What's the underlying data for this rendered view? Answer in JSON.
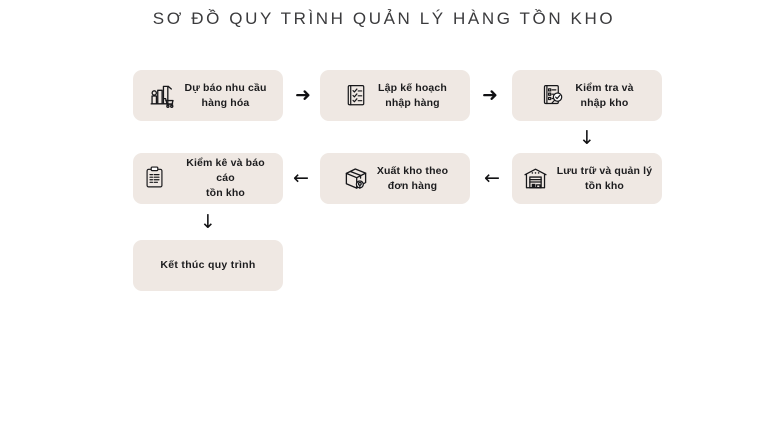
{
  "page": {
    "title": "SƠ ĐỒ QUY TRÌNH QUẢN LÝ HÀNG TỒN KHO",
    "background_color": "#ffffff",
    "node_fill_color": "#EFE8E3",
    "text_color": "#1c1c1e",
    "title_color": "#3b3b3d",
    "arrow_color": "#111113"
  },
  "diagram": {
    "type": "flowchart",
    "nodes": [
      {
        "id": "n1",
        "label": "Dự báo nhu cầu\nhàng hóa",
        "icon": "bar-chart-shopping-cart-icon",
        "row": 1,
        "column": 1
      },
      {
        "id": "n2",
        "label": "Lập kế hoạch\nnhập hàng",
        "icon": "checklist-clipboard-icon",
        "row": 1,
        "column": 2
      },
      {
        "id": "n3",
        "label": "Kiểm tra và\nnhập kho",
        "icon": "clipboard-magnifier-check-icon",
        "row": 1,
        "column": 3
      },
      {
        "id": "n4",
        "label": "Lưu trữ và quản lý\ntồn kho",
        "icon": "warehouse-icon",
        "row": 2,
        "column": 3
      },
      {
        "id": "n5",
        "label": "Xuất kho theo\nđơn hàng",
        "icon": "package-box-icon",
        "row": 2,
        "column": 2
      },
      {
        "id": "n6",
        "label": "Kiểm kê và báo cáo\ntồn kho",
        "icon": "clipboard-report-icon",
        "row": 2,
        "column": 1
      },
      {
        "id": "n7",
        "label": "Kết thúc quy trình",
        "icon": "",
        "row": 3,
        "column": 1
      }
    ],
    "connectors": [
      {
        "id": "a1",
        "from": "n1",
        "to": "n2",
        "direction": "right",
        "glyph": "➜"
      },
      {
        "id": "a2",
        "from": "n2",
        "to": "n3",
        "direction": "right",
        "glyph": "➜"
      },
      {
        "id": "a3",
        "from": "n3",
        "to": "n4",
        "direction": "down",
        "glyph": "↓"
      },
      {
        "id": "a4",
        "from": "n4",
        "to": "n5",
        "direction": "left",
        "glyph": "←"
      },
      {
        "id": "a5",
        "from": "n5",
        "to": "n6",
        "direction": "left",
        "glyph": "←"
      },
      {
        "id": "a6",
        "from": "n6",
        "to": "n7",
        "direction": "down",
        "glyph": "↓"
      }
    ]
  }
}
